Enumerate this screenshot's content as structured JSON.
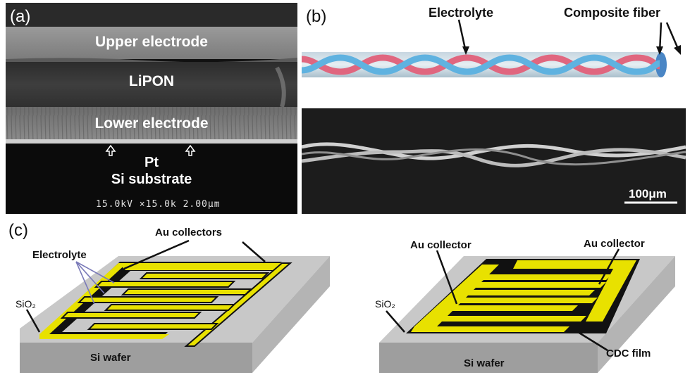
{
  "panel_a": {
    "label": "(a)",
    "layers": {
      "upper": "Upper electrode",
      "lipon": "LiPON",
      "lower": "Lower electrode",
      "pt": "Pt",
      "si": "Si substrate"
    },
    "scale_text": "15.0kV ×15.0k 2.00μm"
  },
  "panel_b": {
    "label": "(b)",
    "electrolyte": "Electrolyte",
    "composite": "Composite fiber",
    "scale_bar": "100μm"
  },
  "panel_c": {
    "label": "(c)",
    "left": {
      "collectors": "Au collectors",
      "electrolyte": "Electrolyte",
      "sio2": "SiO₂",
      "wafer": "Si wafer"
    },
    "right": {
      "collector_left": "Au collector",
      "collector_right": "Au collector",
      "sio2": "SiO₂",
      "cdc": "CDC film",
      "wafer": "Si wafer"
    }
  },
  "colors": {
    "gold": "#e8e100",
    "wafer_top": "#c8c8c8",
    "wafer_side": "#9e9e9e",
    "fiber_pink": "#e0667f",
    "fiber_blue": "#5fb2e0"
  }
}
